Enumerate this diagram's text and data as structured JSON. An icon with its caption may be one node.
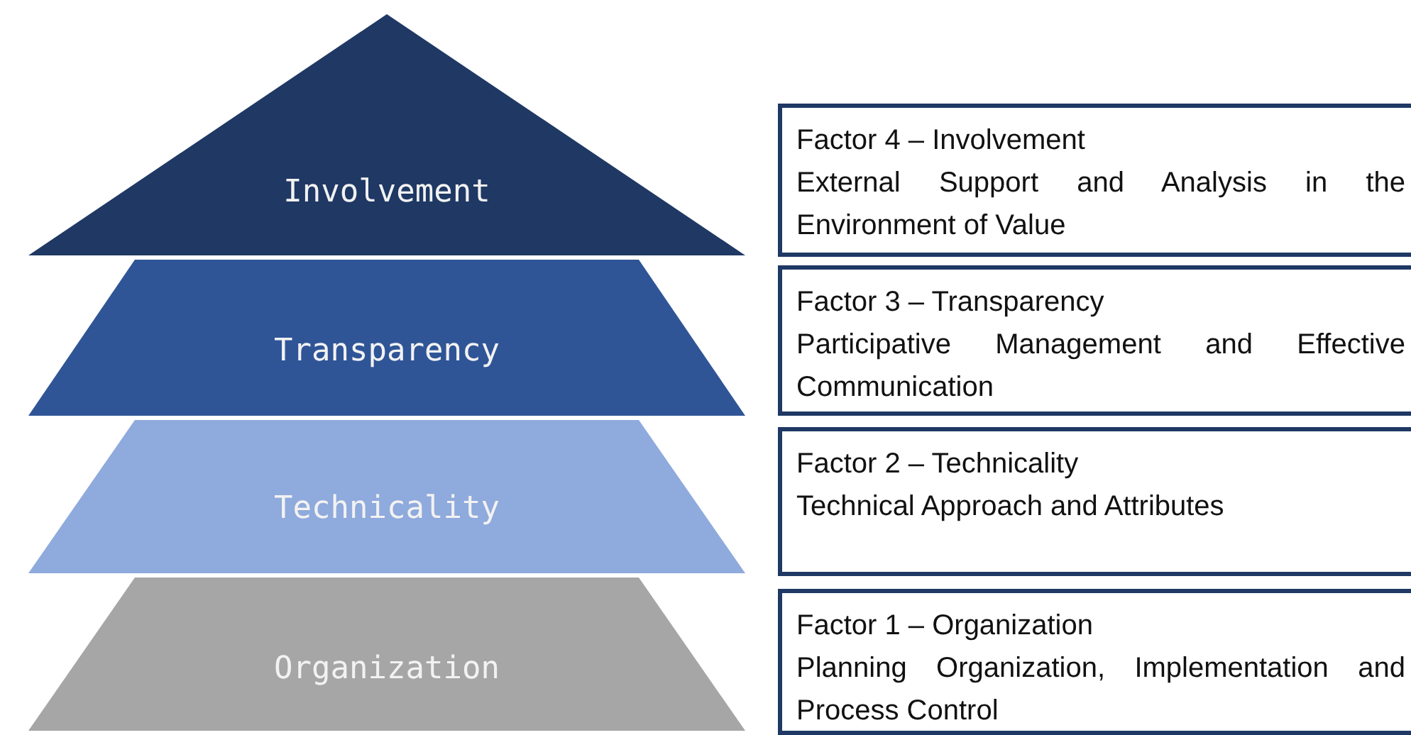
{
  "diagram": {
    "nodes": [
      {
        "text": [
          "Involvement"
        ]
      },
      {
        "text": [
          "Transparency"
        ]
      },
      {
        "text": [
          "Technicality"
        ]
      },
      {
        "text": [
          "Organization"
        ]
      },
      {
        "text": [
          "Factor 4 – Involvement",
          "External Support and Analysis in the Environment of Value"
        ]
      },
      {
        "text": [
          "Factor 3 – Transparency",
          "Participative Management and Effective Communication"
        ]
      },
      {
        "text": [
          "Factor 2 – Technicality",
          "Technical Approach and Attributes"
        ]
      },
      {
        "text": [
          "Factor 1 – Organization",
          "Planning Organization, Implementation and Process Control"
        ]
      }
    ]
  }
}
